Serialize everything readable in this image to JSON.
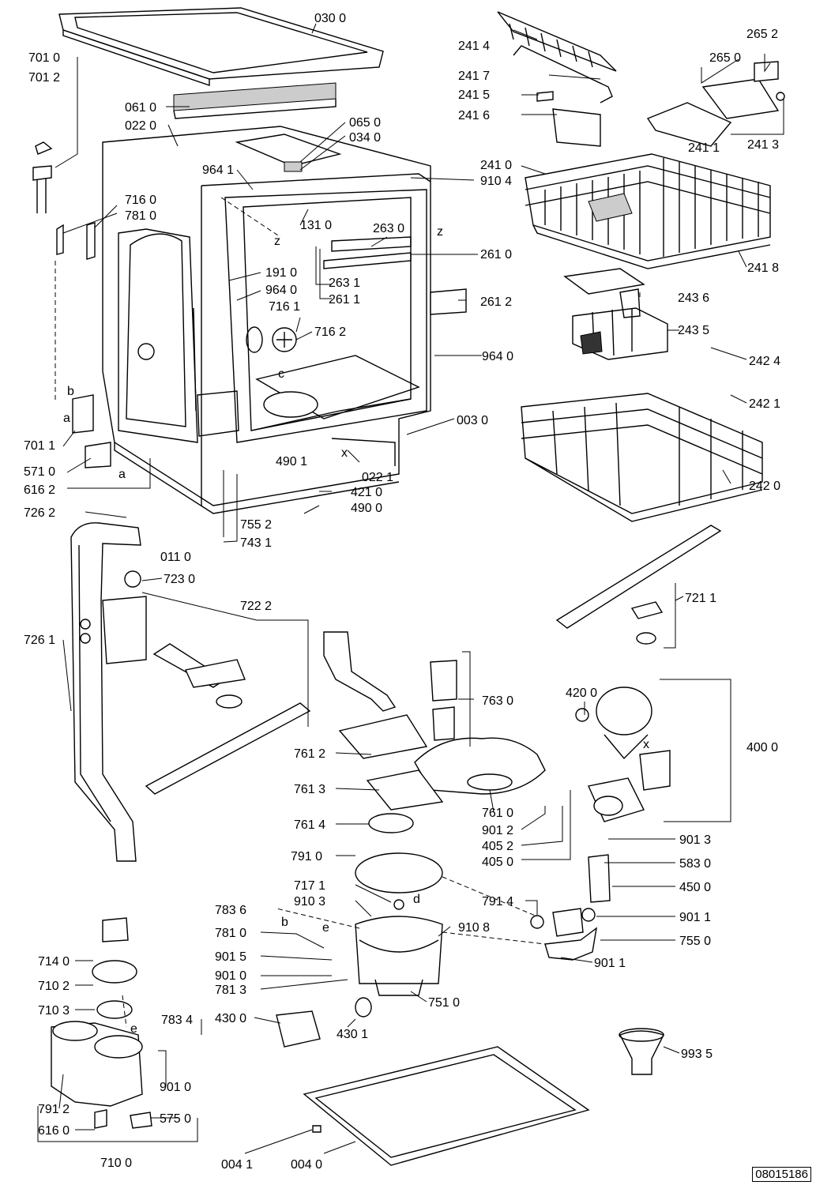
{
  "document_id": "08015186",
  "labels": [
    {
      "text": "030 0"
    },
    {
      "text": "241 4"
    },
    {
      "text": "265 2"
    },
    {
      "text": "701 0"
    },
    {
      "text": "265 0"
    },
    {
      "text": "701 2"
    },
    {
      "text": "241 7"
    },
    {
      "text": "241 5"
    },
    {
      "text": "061 0"
    },
    {
      "text": "065 0"
    },
    {
      "text": "241 6"
    },
    {
      "text": "241 3"
    },
    {
      "text": "022 0"
    },
    {
      "text": "034 0"
    },
    {
      "text": "241 1"
    },
    {
      "text": "964 1"
    },
    {
      "text": "241 0"
    },
    {
      "text": "910 4"
    },
    {
      "text": "716 0"
    },
    {
      "text": "781 0"
    },
    {
      "text": "131 0"
    },
    {
      "text": "263 0"
    },
    {
      "text": "261 0"
    },
    {
      "text": "241 8"
    },
    {
      "text": "191 0"
    },
    {
      "text": "263 1"
    },
    {
      "text": "964 0"
    },
    {
      "text": "261 1"
    },
    {
      "text": "261 2"
    },
    {
      "text": "243 6"
    },
    {
      "text": "716 1"
    },
    {
      "text": "716 2"
    },
    {
      "text": "243 5"
    },
    {
      "text": "964 0"
    },
    {
      "text": "242 4"
    },
    {
      "text": "242 1"
    },
    {
      "text": "003 0"
    },
    {
      "text": "701 1"
    },
    {
      "text": "490 1"
    },
    {
      "text": "571 0"
    },
    {
      "text": "022 1"
    },
    {
      "text": "616 2"
    },
    {
      "text": "421 0"
    },
    {
      "text": "242 0"
    },
    {
      "text": "490 0"
    },
    {
      "text": "726 2"
    },
    {
      "text": "755 2"
    },
    {
      "text": "743 1"
    },
    {
      "text": "011 0"
    },
    {
      "text": "723 0"
    },
    {
      "text": "722 2"
    },
    {
      "text": "721 1"
    },
    {
      "text": "726 1"
    },
    {
      "text": "763 0"
    },
    {
      "text": "420 0"
    },
    {
      "text": "761 2"
    },
    {
      "text": "400 0"
    },
    {
      "text": "761 3"
    },
    {
      "text": "761 0"
    },
    {
      "text": "901 2"
    },
    {
      "text": "761 4"
    },
    {
      "text": "405 2"
    },
    {
      "text": "405 0"
    },
    {
      "text": "901 3"
    },
    {
      "text": "791 0"
    },
    {
      "text": "583 0"
    },
    {
      "text": "717 1"
    },
    {
      "text": "450 0"
    },
    {
      "text": "910 3"
    },
    {
      "text": "791 4"
    },
    {
      "text": "783 6"
    },
    {
      "text": "910 8"
    },
    {
      "text": "901 1"
    },
    {
      "text": "781 0"
    },
    {
      "text": "755 0"
    },
    {
      "text": "714 0"
    },
    {
      "text": "901 5"
    },
    {
      "text": "901 1"
    },
    {
      "text": "901 0"
    },
    {
      "text": "710 2"
    },
    {
      "text": "781 3"
    },
    {
      "text": "751 0"
    },
    {
      "text": "710 3"
    },
    {
      "text": "783 4"
    },
    {
      "text": "430 0"
    },
    {
      "text": "430 1"
    },
    {
      "text": "993 5"
    },
    {
      "text": "901 0"
    },
    {
      "text": "791 2"
    },
    {
      "text": "575 0"
    },
    {
      "text": "616 0"
    },
    {
      "text": "710 0"
    },
    {
      "text": "004 1"
    },
    {
      "text": "004 0"
    }
  ],
  "letters": [
    {
      "text": "b"
    },
    {
      "text": "a"
    },
    {
      "text": "a"
    },
    {
      "text": "c"
    },
    {
      "text": "z"
    },
    {
      "text": "z"
    },
    {
      "text": "x"
    },
    {
      "text": "x"
    },
    {
      "text": "e"
    },
    {
      "text": "b"
    },
    {
      "text": "d"
    },
    {
      "text": "e"
    }
  ]
}
